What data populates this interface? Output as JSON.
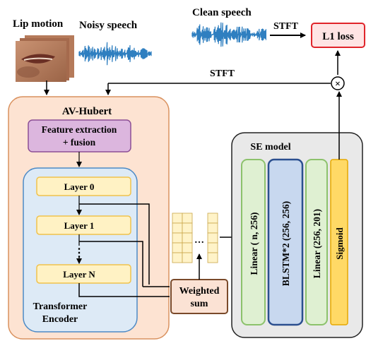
{
  "inputs": {
    "lip_motion": "Lip motion",
    "noisy_speech": "Noisy speech",
    "clean_speech": "Clean speech"
  },
  "stft_top": "STFT",
  "stft_mid": "STFT",
  "loss": "L1 loss",
  "multiply_symbol": "×",
  "av_hubert": {
    "title": "AV-Hubert",
    "feature_line1": "Feature extraction",
    "feature_line2": "+ fusion",
    "layers": [
      "Layer 0",
      "Layer 1",
      "Layer N"
    ],
    "vdots": "⋮",
    "encoder_line1": "Transformer",
    "encoder_line2": "Encoder"
  },
  "weighted_line1": "Weighted",
  "weighted_line2": "sum",
  "hdots": "…",
  "se_model": {
    "title": "SE model",
    "blocks": [
      "Linear ( n, 256)",
      "BLSTM*2 (256, 256)",
      "Linear (256, 201)",
      "Sigmoid"
    ]
  },
  "colors": {
    "av_fill": "#fde3d2",
    "av_stroke": "#d9915e",
    "feature_fill": "#dcb6de",
    "feature_stroke": "#8c4f96",
    "encoder_fill": "#ddeaf6",
    "encoder_stroke": "#4d8ac5",
    "layer_fill": "#fff2c4",
    "layer_stroke": "#f0c24c",
    "se_fill": "#e9e9e9",
    "linear_fill": "#dff0d2",
    "linear_stroke": "#8cc26c",
    "blstm_fill": "#c8d8ef",
    "blstm_stroke": "#2b4f8f",
    "sigmoid_fill": "#ffd966",
    "sigmoid_stroke": "#e6a800",
    "loss_fill": "#ffe4e4",
    "loss_stroke": "#e0242a",
    "wave": "#2f7fc0",
    "weighted_fill": "#fbe2d4",
    "weighted_stroke": "#7a4a2a",
    "feature_cell_fill": "#fff3c8",
    "feature_cell_stroke": "#c9a64a"
  }
}
